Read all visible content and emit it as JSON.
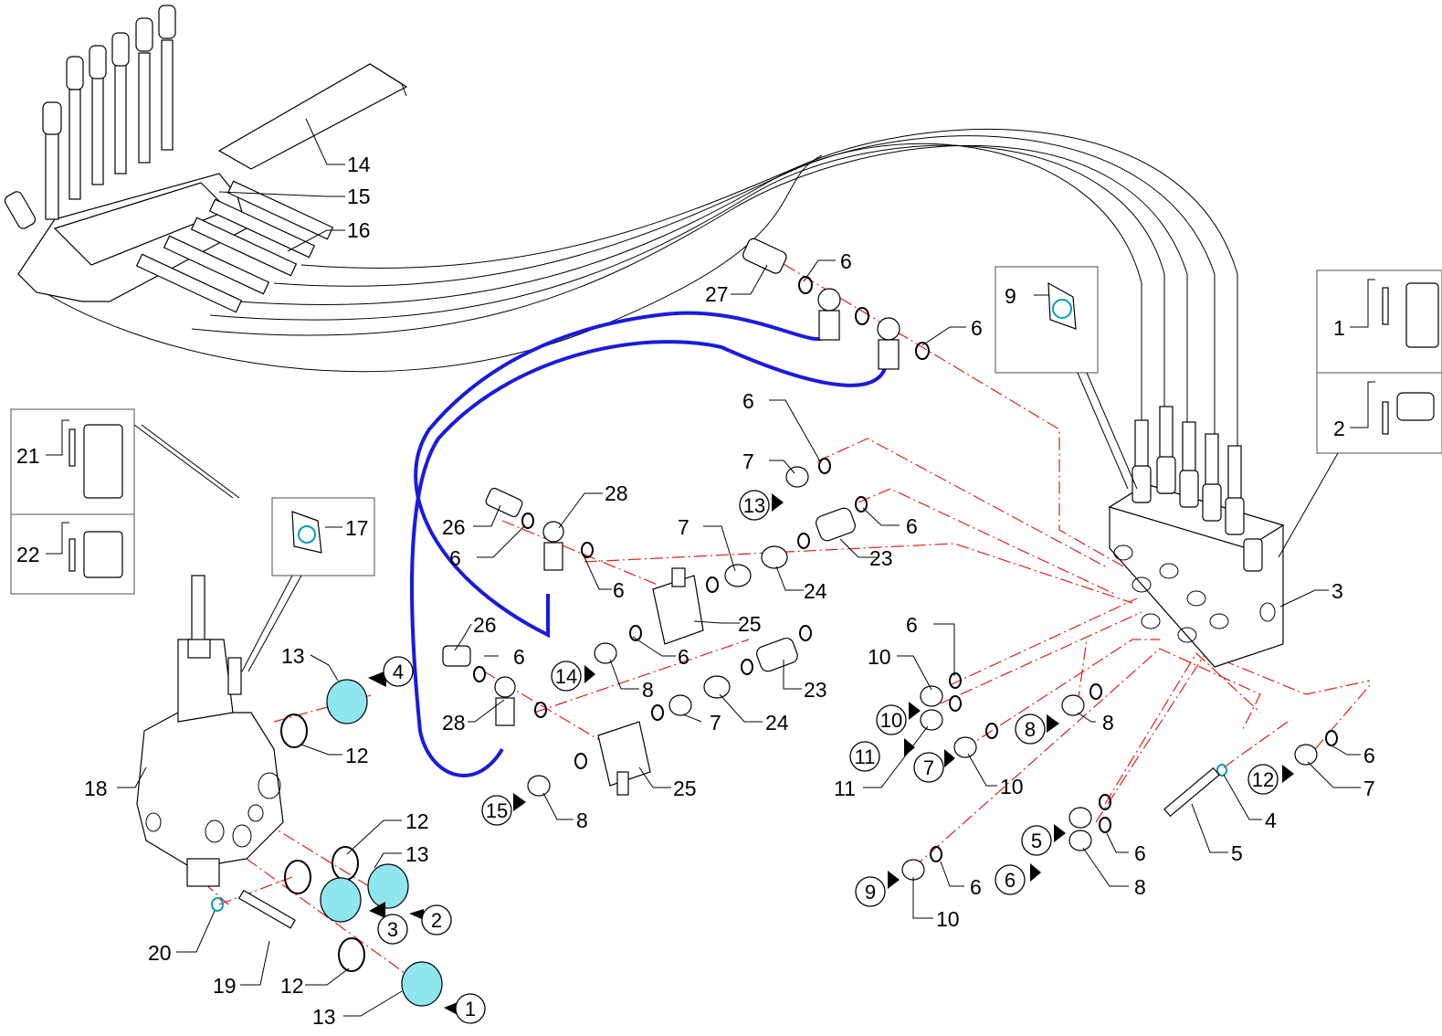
{
  "labels": {
    "l14": "14",
    "l15": "15",
    "l16": "16",
    "l27": "27",
    "l6a": "6",
    "l6b": "6",
    "l9": "9",
    "l1": "1",
    "l2": "2",
    "l21": "21",
    "l22": "22",
    "l17": "17",
    "l6c": "6",
    "l7a": "7",
    "l28a": "28",
    "l26a": "26",
    "l6d": "6",
    "l6e": "6",
    "l7b": "7",
    "l24a": "24",
    "l23a": "23",
    "l6f": "6",
    "l25a": "25",
    "l26b": "26",
    "l6g": "6",
    "l6h": "6",
    "l8a": "8",
    "l23b": "23",
    "l28b": "28",
    "l7c": "7",
    "l24b": "24",
    "l25b": "25",
    "l8b": "8",
    "l3": "3",
    "l6i": "6",
    "l10a": "10",
    "l11": "11",
    "l10b": "10",
    "l8c": "8",
    "l6j": "6",
    "l7d": "7",
    "l4": "4",
    "l5": "5",
    "l6k": "6",
    "l8d": "8",
    "l6l": "6",
    "l10c": "10",
    "l13a": "13",
    "l12a": "12",
    "l18": "18",
    "l12b": "12",
    "l13b": "13",
    "l20": "20",
    "l19": "19",
    "l12c": "12",
    "l13c": "13"
  },
  "circled": {
    "c4": "4",
    "c13": "13",
    "c14": "14",
    "c15": "15",
    "c10": "10",
    "c11": "11",
    "c7": "7",
    "c8": "8",
    "c12": "12",
    "c5": "5",
    "c6": "6",
    "c9": "9",
    "c3": "3",
    "c2": "2",
    "c1": "1"
  },
  "colors": {
    "hose_blue": "#1a1adf",
    "centerline_red": "#e0201a",
    "fitting_cyan": "#8fe6ee"
  }
}
